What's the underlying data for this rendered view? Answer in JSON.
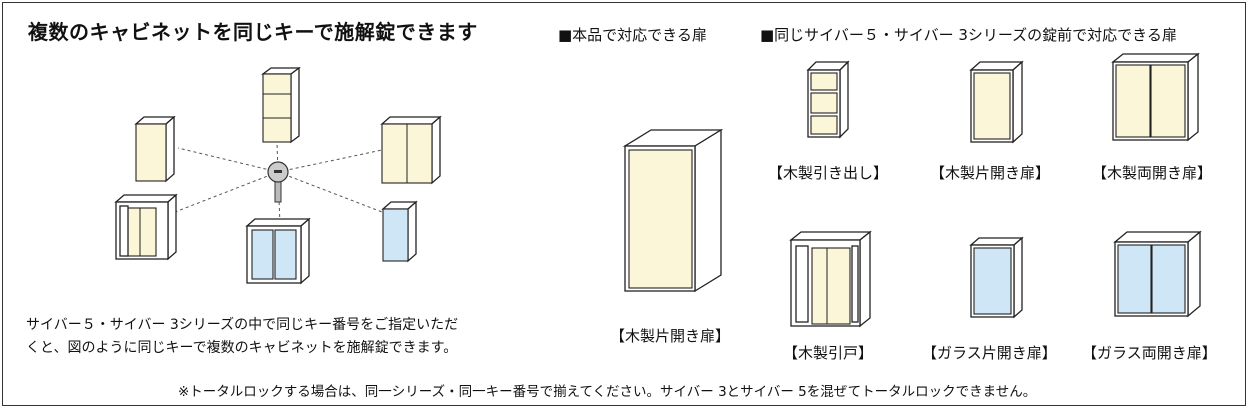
{
  "title": "複数のキャビネットを同じキーで施解錠できます",
  "sections": {
    "this_product": "■本品で対応できる扉",
    "same_series": "■同じサイバー５・サイバー 3シリーズの錠前で対応できる扉"
  },
  "description": [
    "サイバー５・サイバー 3シリーズの中で同じキー番号をご指定いただ",
    "くと、図のように同じキーで複数のキャビネットを施解錠できます。"
  ],
  "labels": {
    "main_cabinet": "【木製片開き扉】",
    "wood_drawer": "【木製引き出し】",
    "wood_single": "【木製片開き扉】",
    "wood_double": "【木製両開き扉】",
    "wood_sliding": "【木製引戸】",
    "glass_single": "【ガラス片開き扉】",
    "glass_double": "【ガラス両開き扉】"
  },
  "note": "※トータルロックする場合は、同一シリーズ・同一キー番号で揃えてください。サイバー 3とサイバー 5を混ぜてトータルロックできません。",
  "colors": {
    "wood": "#FBF6D8",
    "glass": "#CFE6F6",
    "outline": "#222222"
  }
}
